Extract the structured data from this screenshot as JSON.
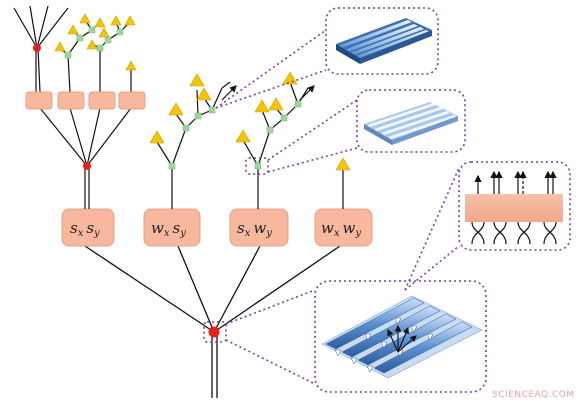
{
  "nodes": {
    "sxsy": {
      "a": "s",
      "as": "x",
      "b": "s",
      "bs": "y"
    },
    "wxsy": {
      "a": "w",
      "as": "x",
      "b": "s",
      "bs": "y"
    },
    "sxwy": {
      "a": "s",
      "as": "x",
      "b": "w",
      "bs": "y"
    },
    "wxwy": {
      "a": "w",
      "as": "x",
      "b": "w",
      "bs": "y"
    }
  },
  "watermark": "SCIENCEAQ.COM",
  "colors": {
    "node_fill": "#f7b89e",
    "node_stroke": "#e89f84",
    "root_dot": "#e8201c",
    "leaf_triangle": "#f5c400",
    "green_joint": "#9fd49a",
    "dotted": "#7a3fa0",
    "panel_fill": "#5b8fd0"
  },
  "icons": [
    "red-root-dot",
    "yellow-triangle-leaf",
    "green-square-joint",
    "wrinkled-surface-inset",
    "twisted-strands-inset",
    "corrugated-lattice-inset"
  ]
}
